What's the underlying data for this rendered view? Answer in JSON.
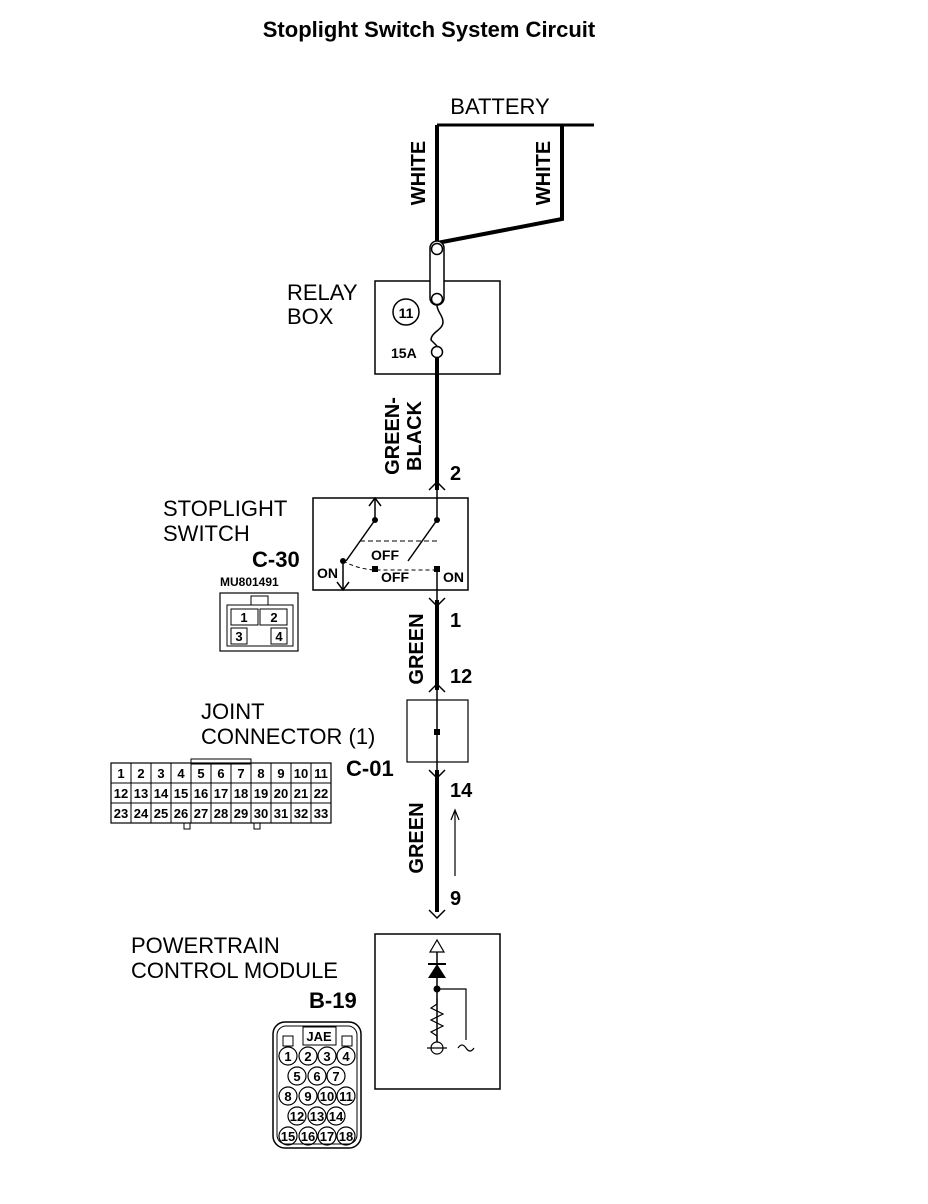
{
  "title": "Stoplight Switch System Circuit",
  "battery": {
    "label": "BATTERY"
  },
  "wires": {
    "battery_left": "WHITE",
    "battery_right": "WHITE",
    "relay_to_switch": [
      "GREEN-",
      "BLACK"
    ],
    "switch_to_joint": "GREEN",
    "joint_to_pcm": "GREEN"
  },
  "relay_box": {
    "label_line1": "RELAY",
    "label_line2": "BOX",
    "fuse_number": "11",
    "fuse_rating": "15A"
  },
  "stoplight_switch": {
    "label_line1": "STOPLIGHT",
    "label_line2": "SWITCH",
    "connector_id": "C-30",
    "part_number": "MU801491",
    "pin_top": "2",
    "pin_bottom": "1",
    "states": {
      "off_upper": "OFF",
      "off_lower": "OFF",
      "on_left": "ON",
      "on_right": "ON"
    },
    "connector_pins": [
      "1",
      "2",
      "3",
      "4"
    ]
  },
  "joint_connector": {
    "label_line1": "JOINT",
    "label_line2": "CONNECTOR (1)",
    "connector_id": "C-01",
    "pin_top": "12",
    "pin_bottom": "14",
    "connector_pins": [
      "1",
      "2",
      "3",
      "4",
      "5",
      "6",
      "7",
      "8",
      "9",
      "10",
      "11",
      "12",
      "13",
      "14",
      "15",
      "16",
      "17",
      "18",
      "19",
      "20",
      "21",
      "22",
      "23",
      "24",
      "25",
      "26",
      "27",
      "28",
      "29",
      "30",
      "31",
      "32",
      "33"
    ]
  },
  "pcm": {
    "label_line1": "POWERTRAIN",
    "label_line2": "CONTROL MODULE",
    "connector_id": "B-19",
    "pin": "9",
    "connector_brand": "JAE",
    "connector_pins": [
      "1",
      "2",
      "3",
      "4",
      "5",
      "6",
      "7",
      "8",
      "9",
      "10",
      "11",
      "12",
      "13",
      "14",
      "15",
      "16",
      "17",
      "18"
    ]
  }
}
